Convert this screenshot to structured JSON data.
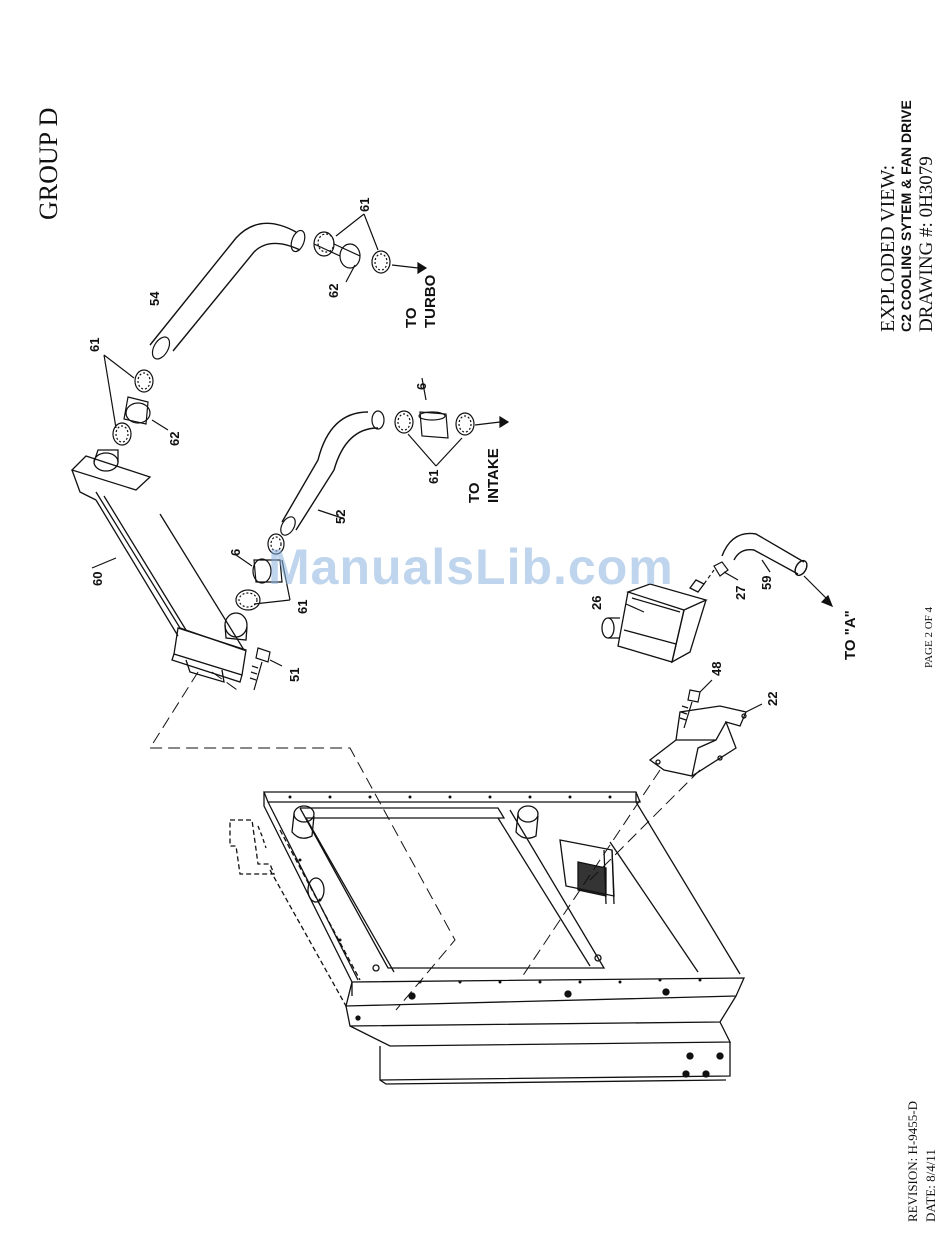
{
  "group_title": "GROUP D",
  "title_block": {
    "line1": "EXPLODED VIEW:",
    "line2": "C2 COOLING SYTEM & FAN DRIVE",
    "line3": "DRAWING #: 0H3079"
  },
  "page_label": "PAGE 2 OF 4",
  "revision": "REVISION: H-9455-D",
  "date": "DATE:  8/4/11",
  "watermark": "ManualsLib.com",
  "notes": {
    "turbo_1": "TO",
    "turbo_2": "TURBO",
    "intake_1": "TO",
    "intake_2": "INTAKE",
    "toa": "TO \"A\""
  },
  "callouts": {
    "c61_top": "61",
    "c62_top": "62",
    "c54": "54",
    "c61_left": "61",
    "c62_left": "62",
    "c6_top": "6",
    "c61_mid": "61",
    "c52": "52",
    "c6_left": "6",
    "c61_low": "61",
    "c60": "60",
    "c51": "51",
    "c26": "26",
    "c27": "27",
    "c59": "59",
    "c48": "48",
    "c22": "22"
  },
  "colors": {
    "ink": "#111111",
    "watermark": "#8ab0de"
  }
}
